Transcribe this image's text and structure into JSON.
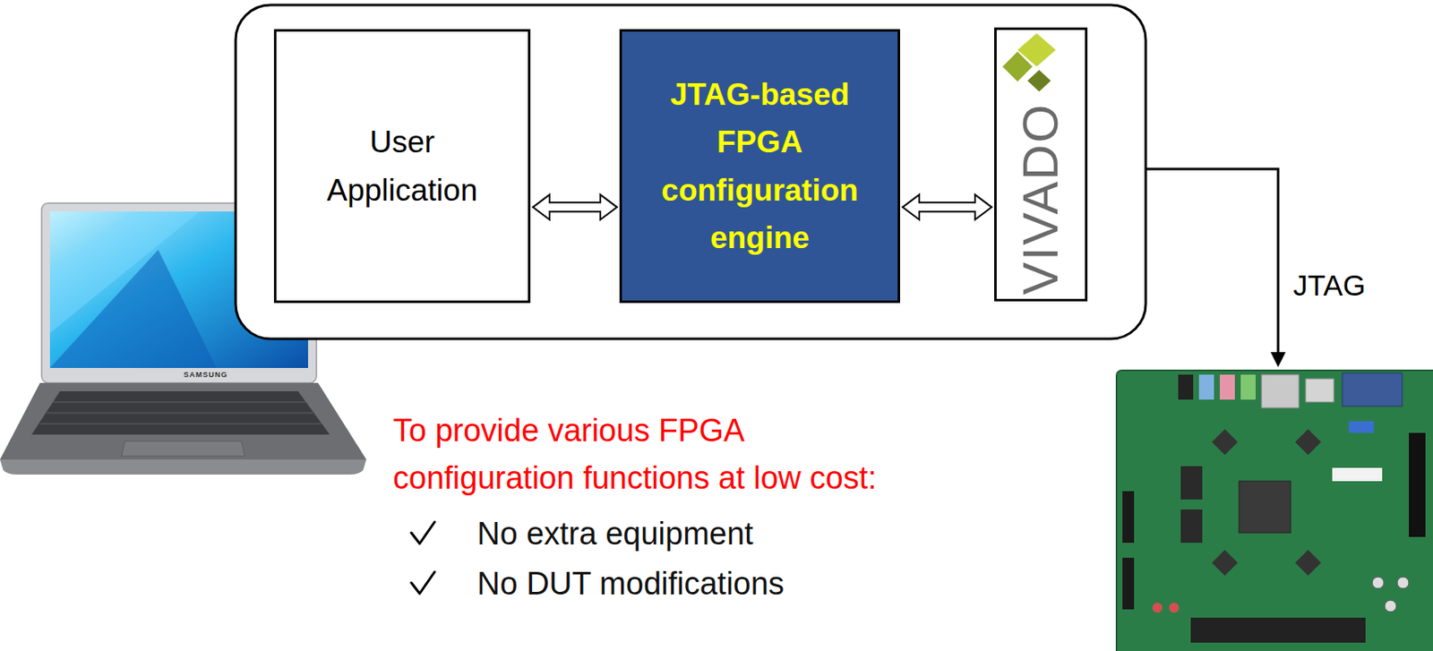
{
  "diagram": {
    "nodes": [
      {
        "text": [
          "User Application"
        ]
      },
      {
        "text": [
          "JTAG-based FPGA configuration engine"
        ]
      },
      {
        "text": [
          "VIVADO"
        ]
      }
    ],
    "edges": [
      {
        "from": 0,
        "to": 1,
        "arrow": "both"
      },
      {
        "from": 1,
        "to": 2,
        "arrow": "both"
      }
    ],
    "labels": [
      "SAMSUNG",
      "JTAG",
      "To provide various FPGA configuration functions at low cost:",
      "No extra equipment",
      "No DUT modifications"
    ]
  }
}
